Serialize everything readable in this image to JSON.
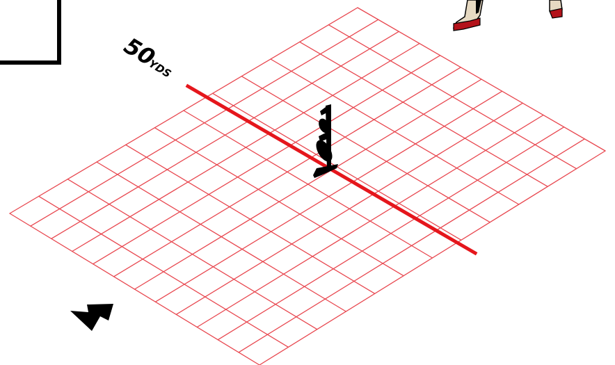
{
  "field": {
    "yard_line_number": "50",
    "yard_line_unit": "YDS",
    "grid_divisions": 12,
    "colors": {
      "grid": "#e8474f",
      "yard_line": "#e5161c",
      "player_silhouette": "#000000",
      "arrow": "#000000",
      "shoe_red": "#b3121a"
    }
  },
  "icons": {
    "direction_arrow": "arrow-icon",
    "tee": "kicking-tee-icon",
    "player": "player-feet-icon"
  }
}
